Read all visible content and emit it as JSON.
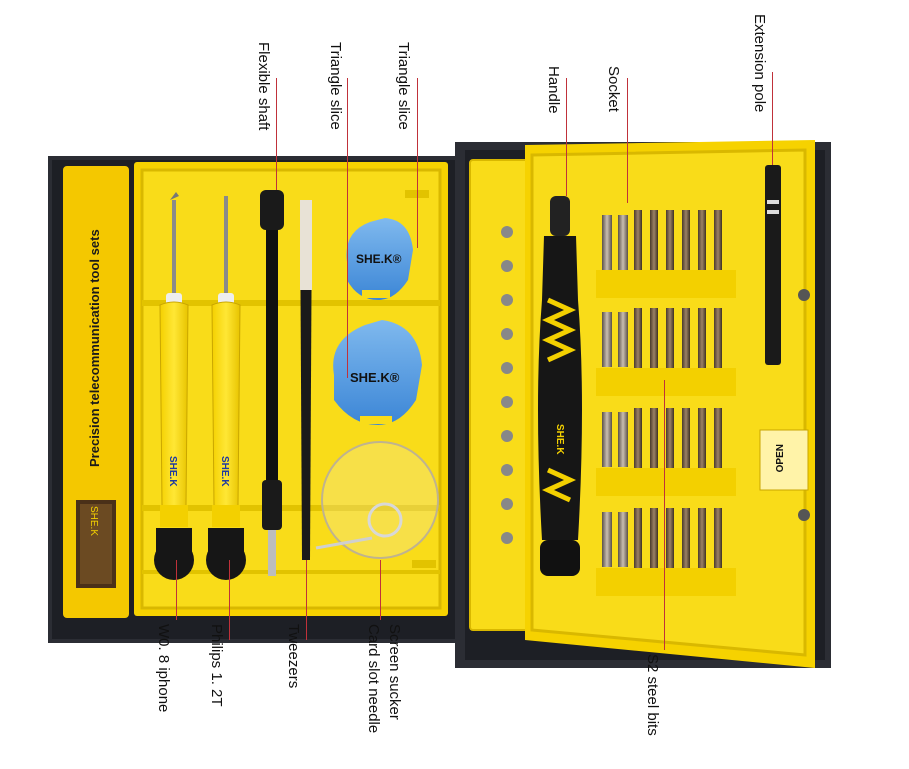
{
  "case": {
    "side_title": "Precision telecommunication tool sets",
    "badge_text": "SHE.K",
    "open_label": "OPEN",
    "colors": {
      "yellow": "#f9dc19",
      "yellow_dark": "#d9b800",
      "frame": "#2b2d34",
      "black": "#141414"
    }
  },
  "tools": {
    "triangle_brand": "SHE.K®",
    "screwdriver_brand": "SHE.K",
    "handle_brand": "SHE.K"
  },
  "callouts": {
    "flexible_shaft": "Flexible shaft",
    "triangle_slice_1": "Triangle slice",
    "triangle_slice_2": "Triangle slice",
    "handle": "Handle",
    "socket": "Socket",
    "extension_pole": "Extension pole",
    "wo8_iphone": "W0. 8 iphone",
    "philips": "Philips 1. 2T",
    "tweezers": "Tweezers",
    "screen_sucker": "Screen sucker",
    "card_slot_needle": "Card slot needle",
    "s2_steel_bits": "S2 steel bits"
  }
}
